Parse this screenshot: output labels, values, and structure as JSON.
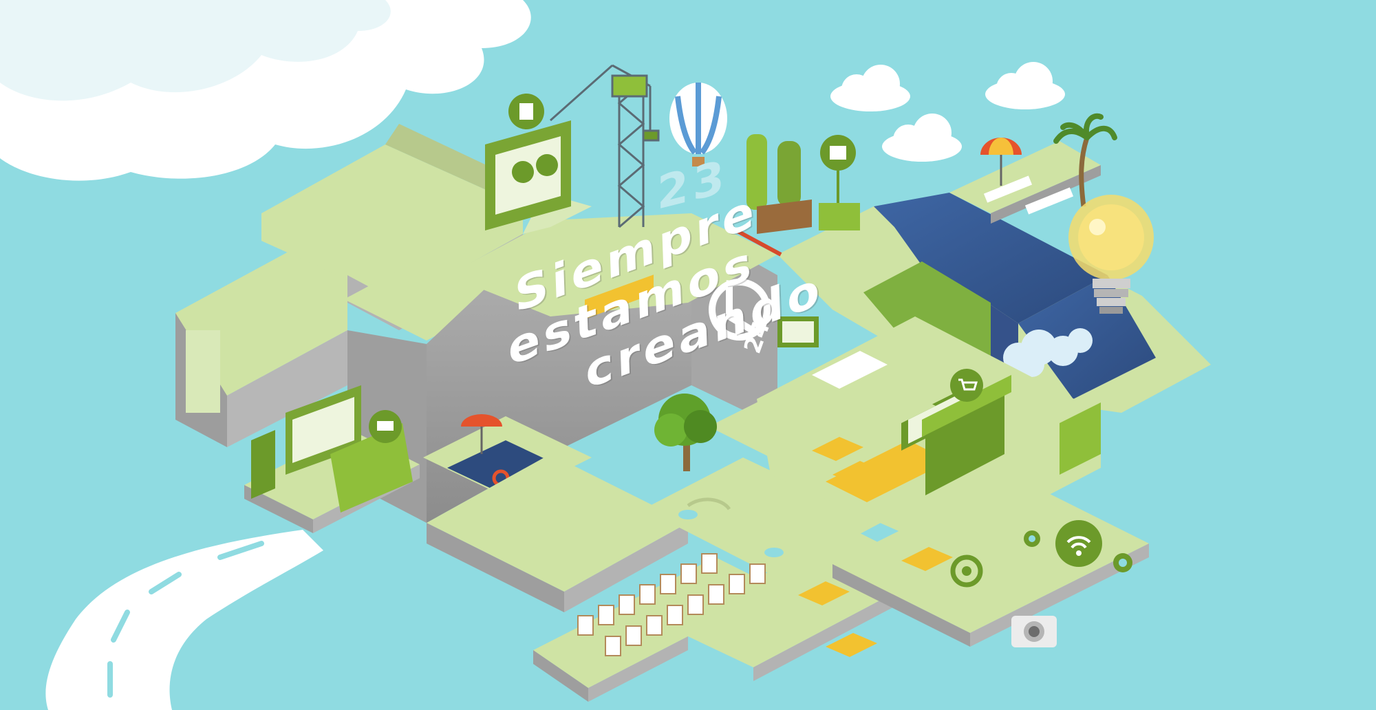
{
  "headline": {
    "line1": "Siempre",
    "line2": "estamos",
    "line3": "creando"
  },
  "logo": {
    "number": "24"
  },
  "background_number": "23",
  "colors": {
    "sky": "#8fdbe1",
    "cloud": "#ffffff",
    "platform_top": "#cfe3a4",
    "platform_side": "#9a9a9a",
    "brand_green": "#6c9a2a",
    "water": "#3c5a8c",
    "accent_red": "#d64a2c",
    "accent_yellow": "#f2c230"
  },
  "icons": [
    "document-icon",
    "box-icon",
    "cart-icon",
    "wifi-icon",
    "at-sign-icon",
    "gear-icon",
    "printer-icon",
    "clock-24-icon"
  ]
}
